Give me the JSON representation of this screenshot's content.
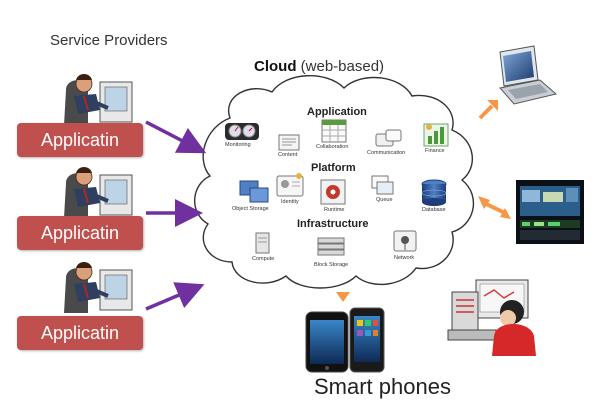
{
  "service_providers_label": "Service Providers",
  "cloud_title": "Cloud",
  "cloud_subtitle": "(web-based)",
  "providers": [
    {
      "label": "Applicatin"
    },
    {
      "label": "Applicatin"
    },
    {
      "label": "Applicatin"
    }
  ],
  "sections": {
    "application": "Application",
    "platform": "Platform",
    "infrastructure": "Infrastructure"
  },
  "services": {
    "monitoring": "Monitoring",
    "content": "Content",
    "collaboration": "Collaboration",
    "communication": "Communication",
    "finance": "Finance",
    "object_storage": "Object Storage",
    "identity": "Identity",
    "runtime": "Runtime",
    "queue": "Queue",
    "database": "Database",
    "compute": "Compute",
    "block_storage": "Block Storage",
    "network": "Network"
  },
  "smart_phones_label": "Smart phones",
  "icons": {
    "provider": "businessman-at-computer-icon",
    "laptop": "laptop-icon",
    "display": "video-wall-icon",
    "phones": "smartphones-icon",
    "user": "woman-at-computer-icon"
  },
  "colors": {
    "app_label_bg": "#c0504d",
    "provider_arrow": "#7030a0",
    "client_arrow": "#f79646"
  }
}
